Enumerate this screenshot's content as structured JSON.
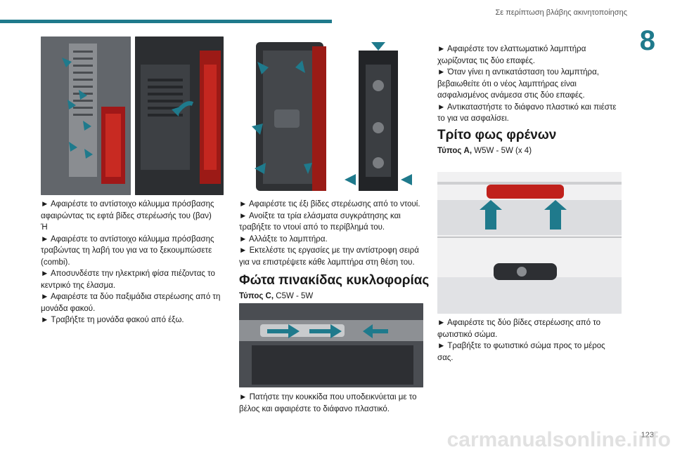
{
  "header": {
    "running_head": "Σε περίπτωση βλάβης ακινητοποίησης",
    "chapter": "8",
    "page": "123"
  },
  "col1": {
    "steps": [
      "► Αφαιρέστε το αντίστοιχο κάλυμμα πρόσβασης αφαιρώντας τις εφτά βίδες στερέωσής του (βαν)",
      "Ή",
      "► Αφαιρέστε το αντίστοιχο κάλυμμα πρόσβασης τραβώντας τη λαβή του για να το ξεκουμπώσετε (combi).",
      "► Αποσυνδέστε την ηλεκτρική φίσα πιέζοντας το κεντρικό της έλασμα.",
      "► Αφαιρέστε τα δύο παξιμάδια στερέωσης από τη μονάδα φακού.",
      "► Τραβήξτε τη μονάδα φακού από έξω."
    ]
  },
  "col2": {
    "steps": [
      "► Αφαιρέστε τις έξι βίδες στερέωσης από το ντουί.",
      "► Ανοίξτε τα τρία ελάσματα συγκράτησης και τραβήξτε το ντουί από το περίβλημά του.",
      "► Αλλάξτε το λαμπτήρα.",
      "► Εκτελέστε τις εργασίες με την αντίστροφη σειρά για να επιστρέψετε κάθε λαμπτήρα στη θέση του."
    ],
    "heading": "Φώτα πινακίδας κυκλοφορίας",
    "type_bold": "Τύπος C,",
    "type_text": " C5W - 5W",
    "steps2": [
      "► Πατήστε την κουκκίδα που υποδεικνύεται με το βέλος και αφαιρέστε το διάφανο πλαστικό."
    ]
  },
  "col3": {
    "steps": [
      "► Αφαιρέστε τον ελαττωματικό λαμπτήρα χωρίζοντας τις δύο επαφές.",
      "► Όταν γίνει η αντικατάσταση του λαμπτήρα, βεβαιωθείτε ότι ο νέος λαμπτήρας είναι ασφαλισμένος ανάμεσα στις δύο επαφές.",
      "► Αντικαταστήστε το διάφανο πλαστικό και πιέστε το για να ασφαλίσει."
    ],
    "heading": "Τρίτο φως φρένων",
    "type_bold": "Τύπος A,",
    "type_text": " W5W - 5W (x 4)",
    "steps2": [
      "► Αφαιρέστε τις δύο βίδες στερέωσης από το φωτιστικό σώμα.",
      "► Τραβήξτε το φωτιστικό σώμα προς το μέρος σας."
    ]
  },
  "watermark": "carmanualsonline.info",
  "colors": {
    "accent": "#1f7a8c",
    "lamp_red": "#c0211c"
  }
}
